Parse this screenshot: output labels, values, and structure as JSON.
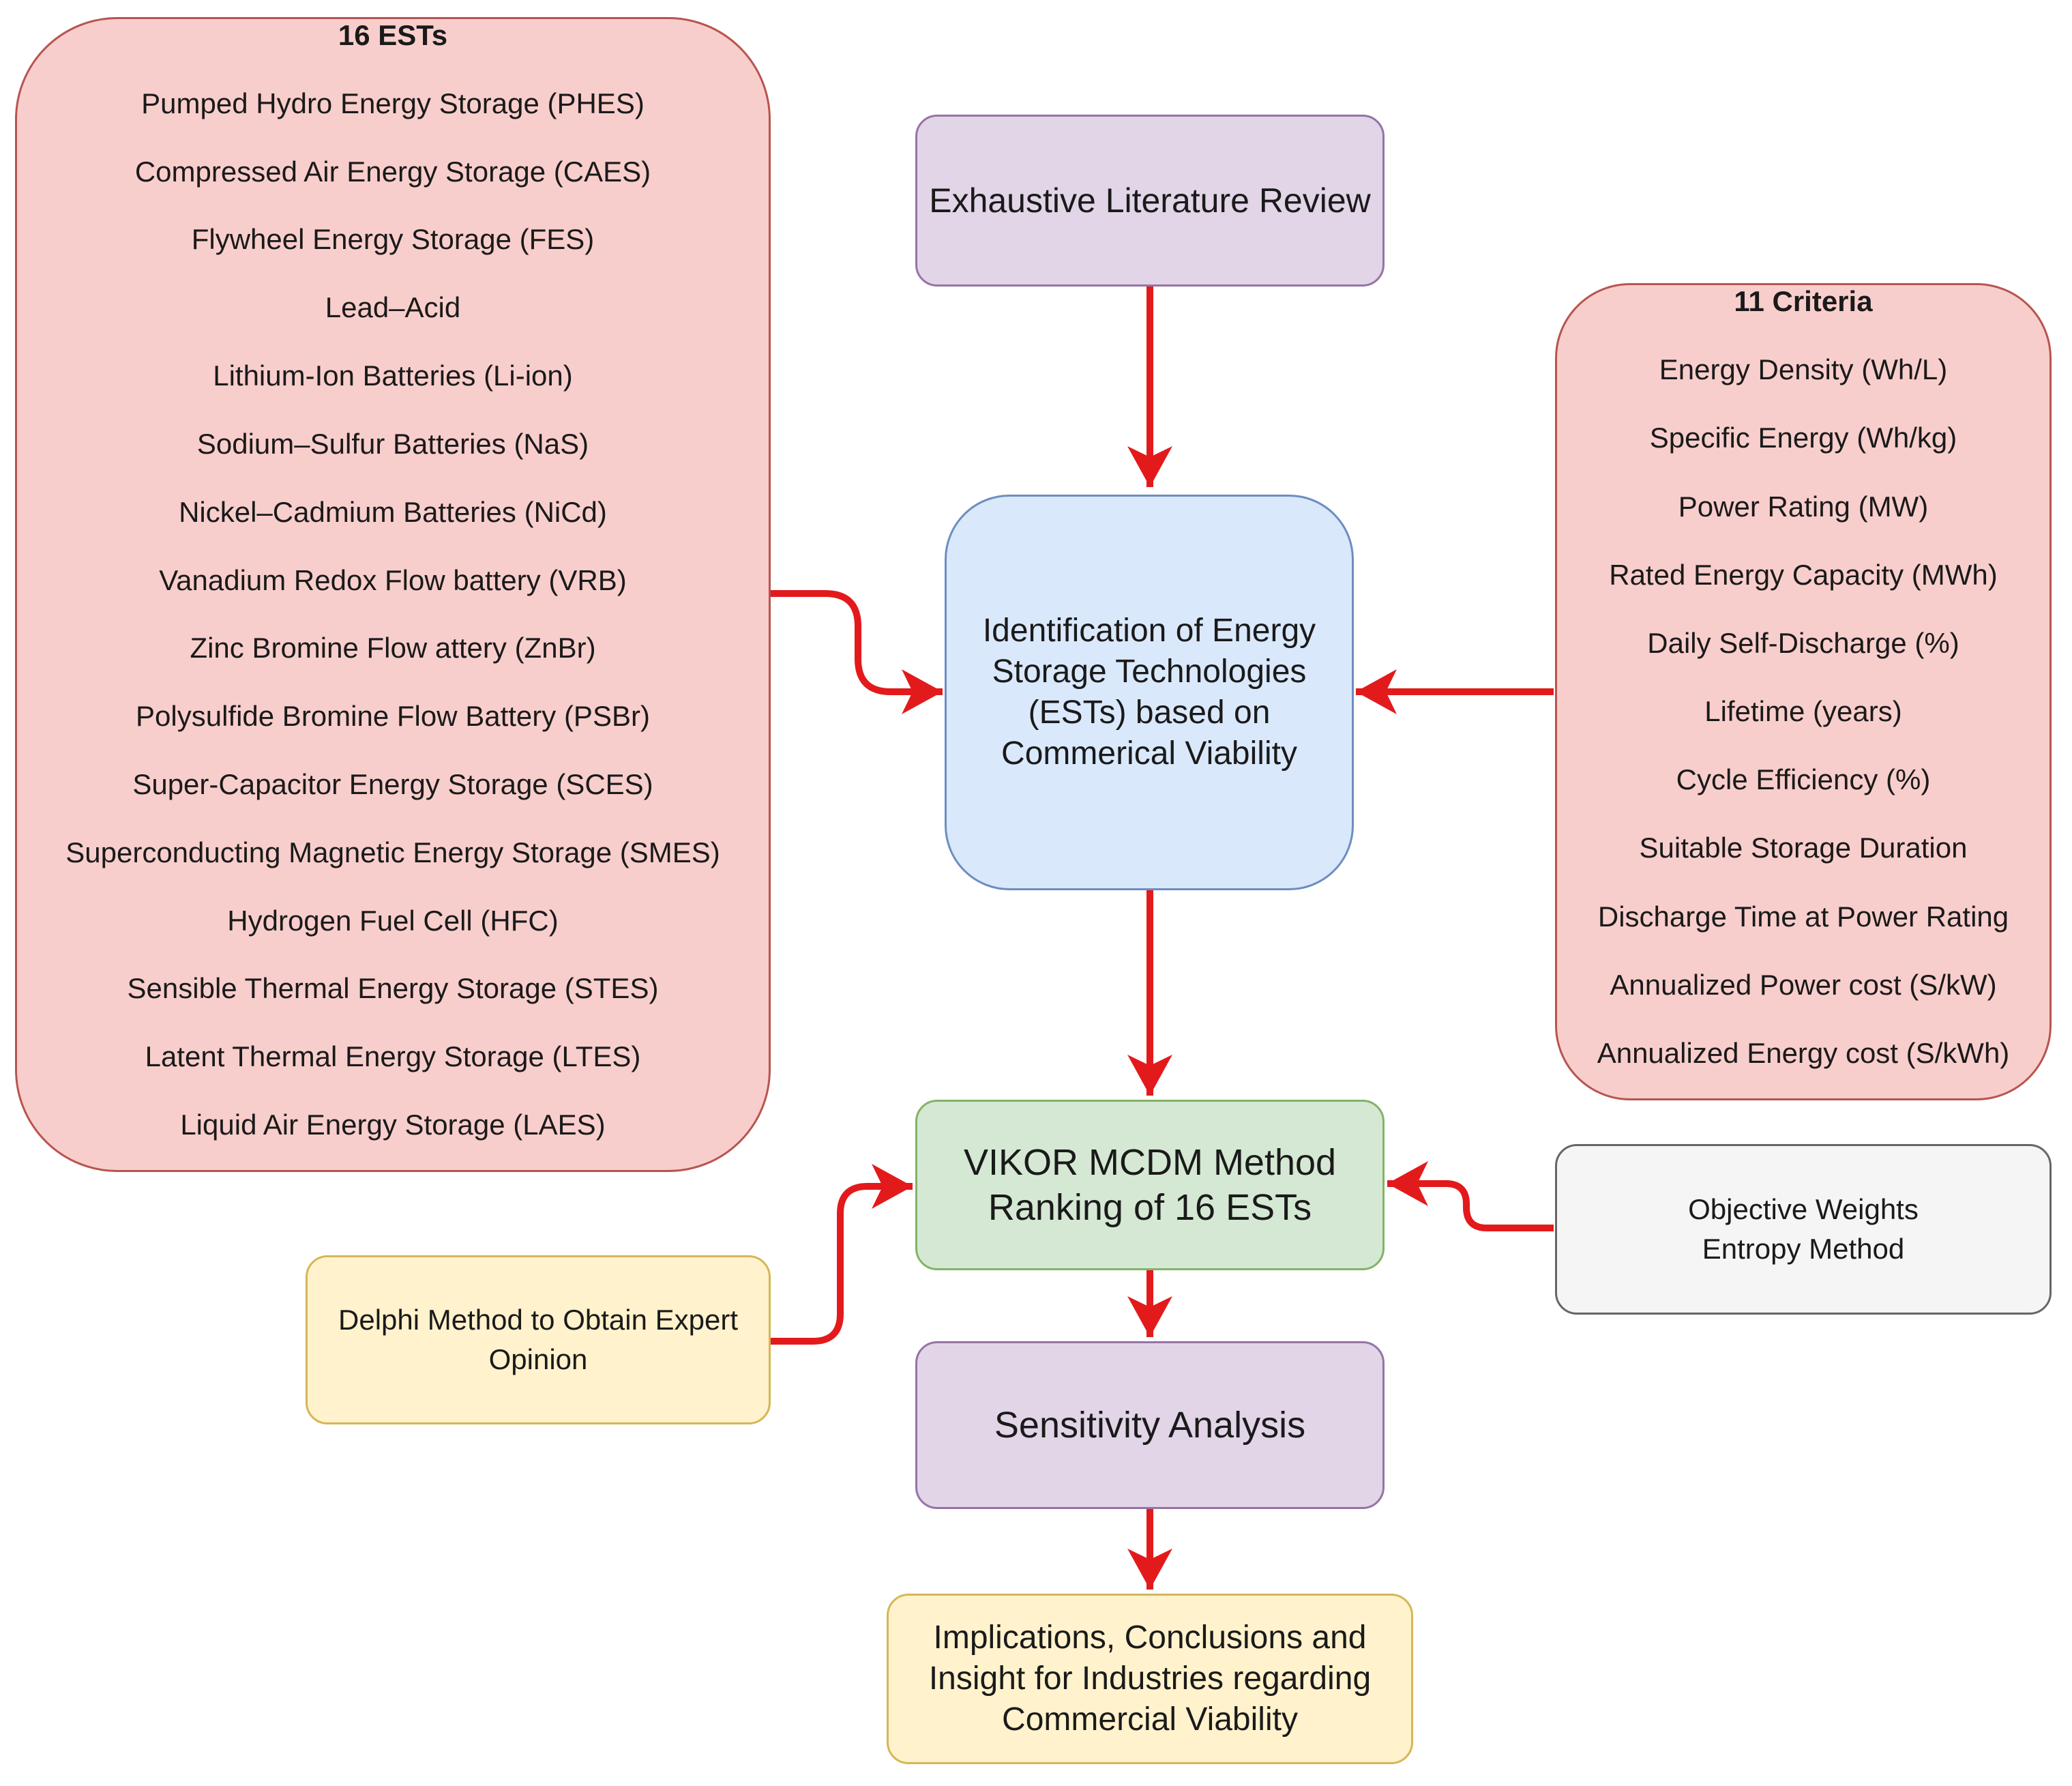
{
  "ests": {
    "title": "16 ESTs",
    "items": [
      "Pumped Hydro Energy Storage  (PHES)",
      "Compressed Air Energy Storage (CAES)",
      "Flywheel Energy Storage (FES)",
      "Lead–Acid",
      "Lithium-Ion Batteries (Li-ion)",
      "Sodium–Sulfur Batteries (NaS)",
      "Nickel–Cadmium Batteries (NiCd)",
      "Vanadium Redox Flow battery (VRB)",
      "Zinc Bromine Flow attery (ZnBr)",
      "Polysulfide Bromine Flow Battery (PSBr)",
      "Super-Capacitor Energy Storage (SCES)",
      "Superconducting Magnetic Energy Storage (SMES)",
      "Hydrogen Fuel Cell (HFC)",
      "Sensible Thermal Energy Storage (STES)",
      "Latent Thermal Energy Storage (LTES)",
      "Liquid Air Energy Storage (LAES)"
    ]
  },
  "criteria": {
    "title": "11 Criteria",
    "items": [
      "Energy Density (Wh/L)",
      "Specific Energy (Wh/kg)",
      "Power Rating (MW)",
      "Rated Energy Capacity (MWh)",
      "Daily Self-Discharge (%)",
      "Lifetime (years)",
      "Cycle Efficiency (%)",
      "Suitable Storage Duration",
      "Discharge Time at Power Rating",
      "Annualized Power cost (S/kW)",
      "Annualized Energy cost (S/kWh)"
    ]
  },
  "steps": {
    "literature": "Exhaustive Literature Review",
    "identification": [
      "Identification of Energy",
      "Storage Technologies",
      "(ESTs) based on",
      "Commerical Viability"
    ],
    "vikor": [
      "VIKOR MCDM Method",
      "Ranking of 16 ESTs"
    ],
    "sensitivity": "Sensitivity Analysis",
    "implications": [
      "Implications, Conclusions and",
      "Insight for Industries regarding",
      "Commercial Viability"
    ],
    "delphi": [
      "Delphi Method to Obtain Expert",
      "Opinion"
    ],
    "weights": [
      "Objective Weights",
      "Entropy Method"
    ]
  },
  "colors": {
    "arrow": "#e31a1c",
    "pink_fill": "#f8cecc",
    "purple_fill": "#e1d5e7",
    "blue_fill": "#dae8fc",
    "green_fill": "#d5e8d4",
    "yellow_fill": "#fff2cc",
    "gray_fill": "#f5f5f5"
  }
}
